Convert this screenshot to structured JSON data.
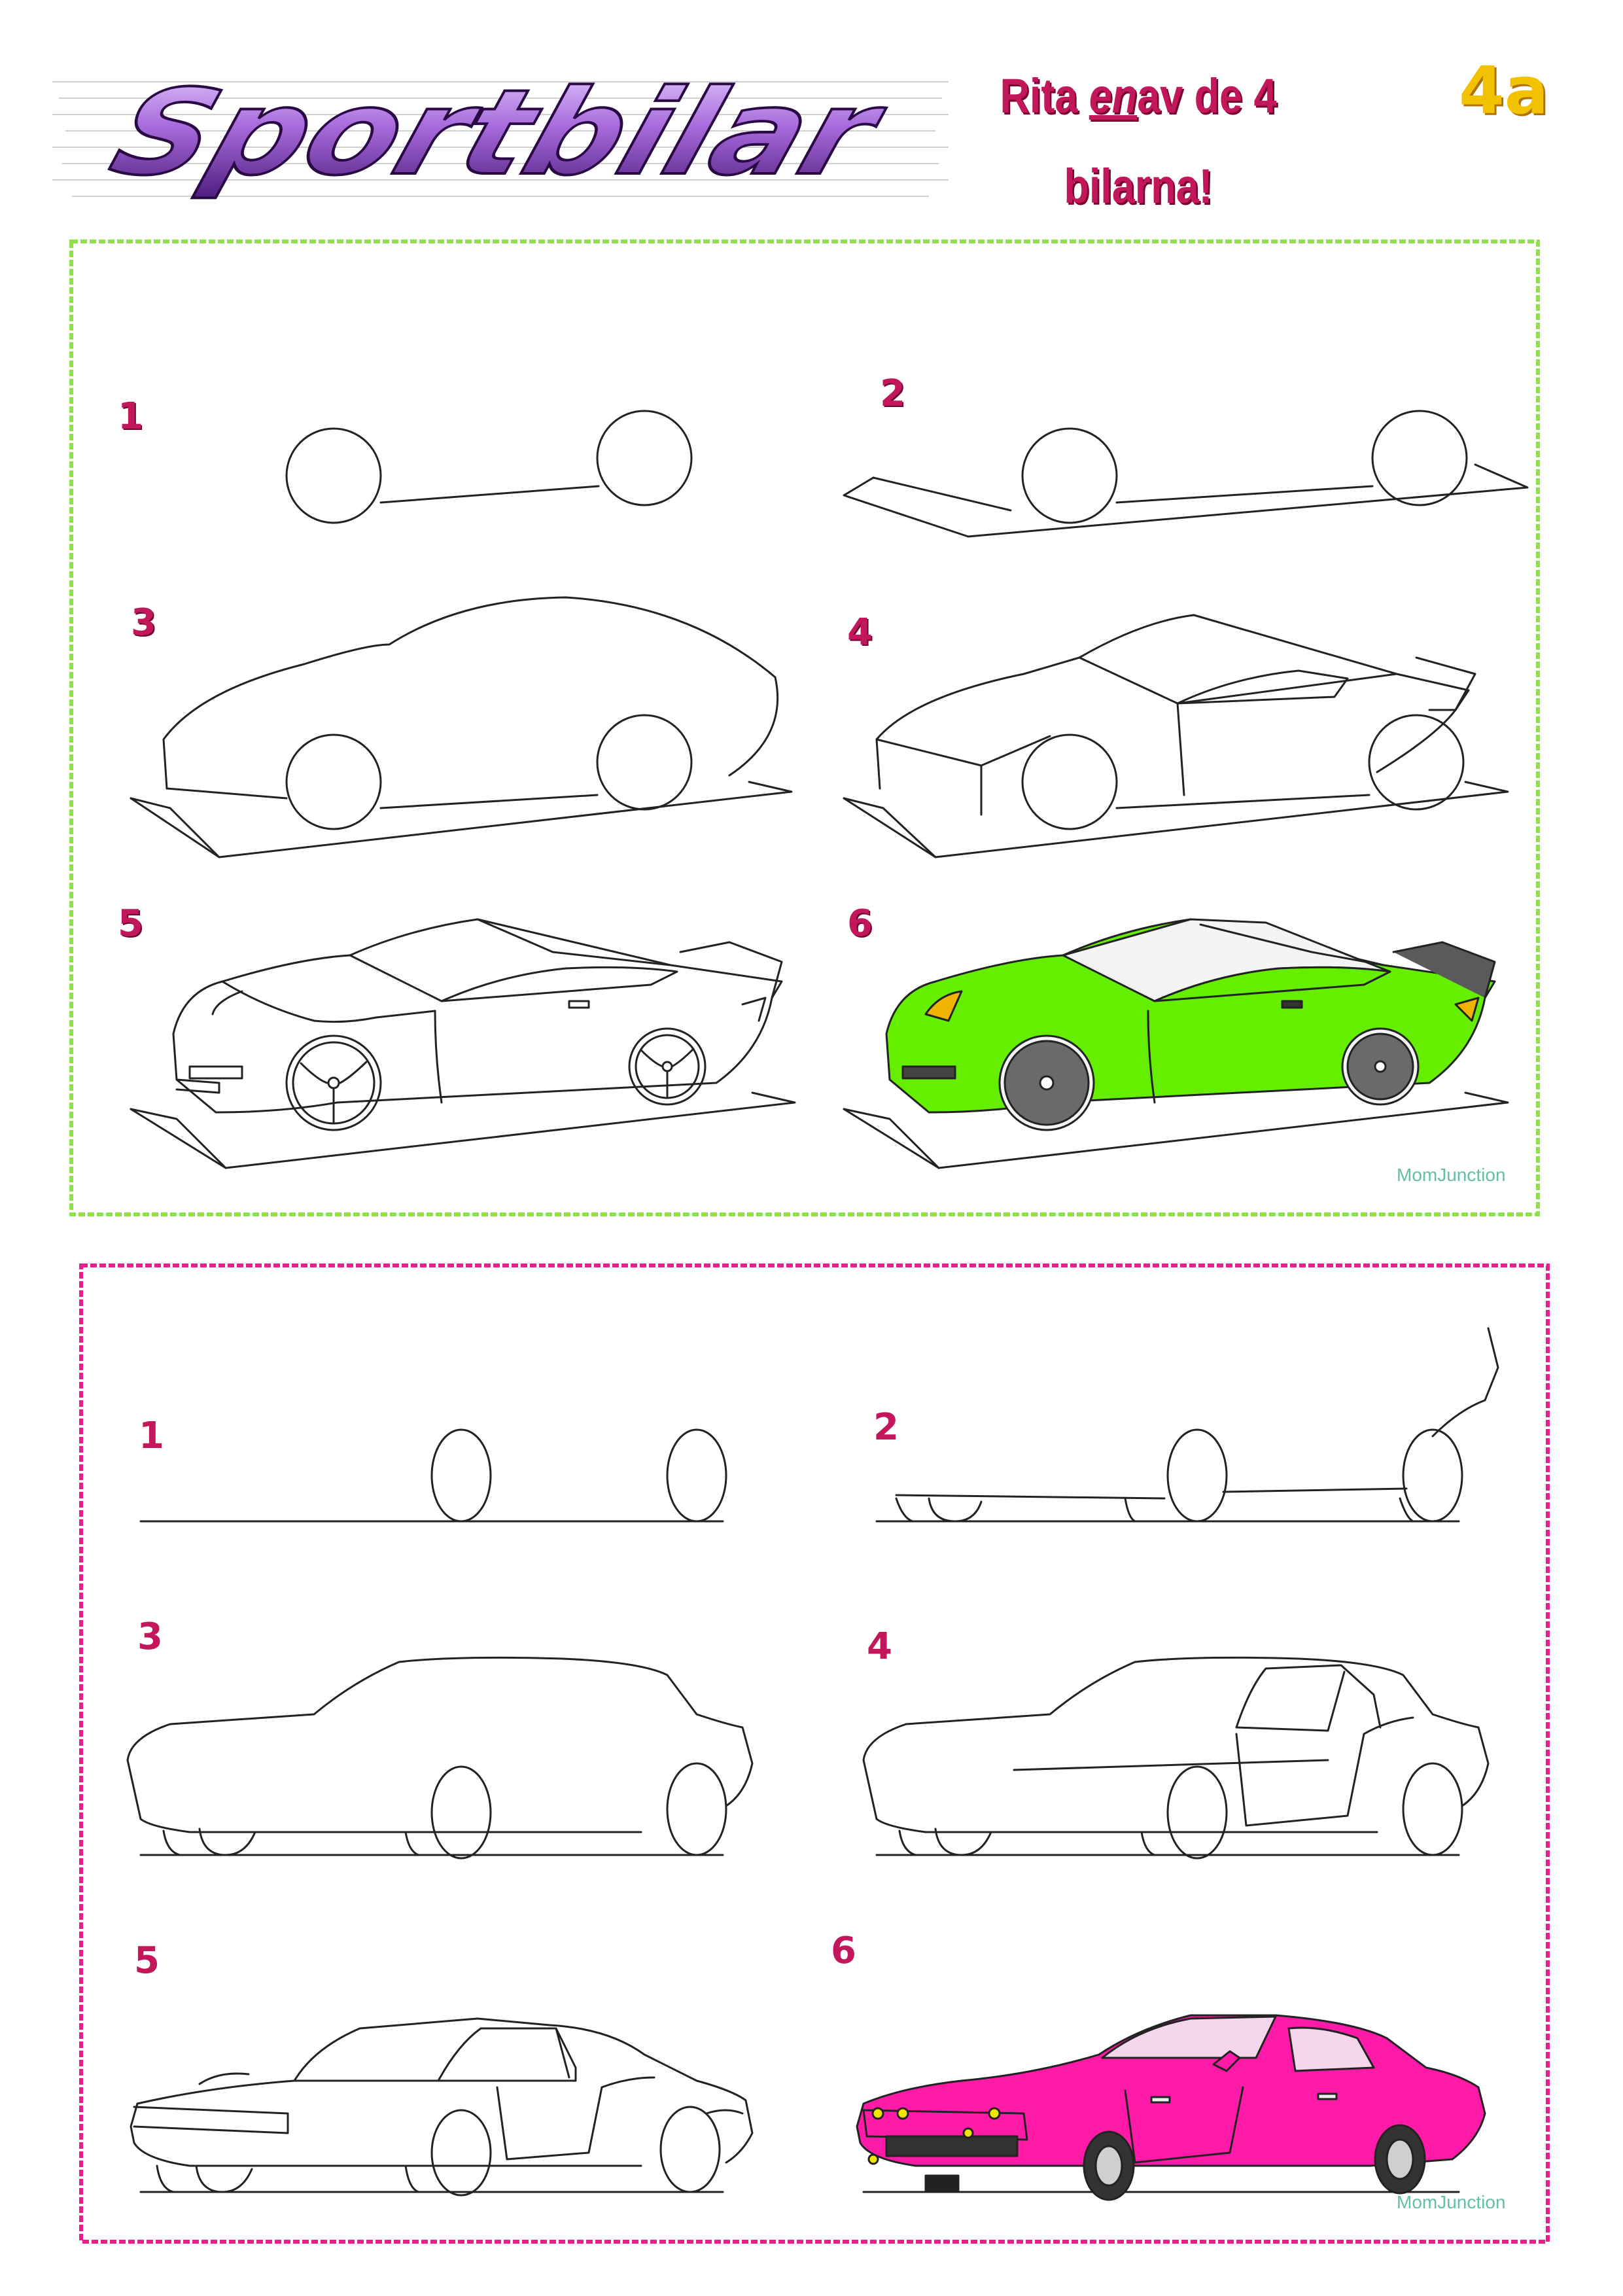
{
  "header": {
    "title": "Sportbilar",
    "instruction_part1": "Rita ",
    "instruction_em": "en",
    "instruction_part2": "av de 4",
    "instruction_line2": "bilarna!",
    "page_code": "4a"
  },
  "panels": [
    {
      "name": "sports-car",
      "border_color": "#7ed321",
      "fill_color": "#66ee00",
      "steps": [
        "1",
        "2",
        "3",
        "4",
        "5",
        "6"
      ],
      "credit": "MomJunction"
    },
    {
      "name": "muscle-car",
      "border_color": "#e91e8c",
      "fill_color": "#ff1aa8",
      "steps": [
        "1",
        "2",
        "3",
        "4",
        "5",
        "6"
      ],
      "credit": "MomJunction"
    }
  ],
  "colors": {
    "title_gradient_top": "#d7b6ff",
    "title_gradient_bottom": "#6a2a9a",
    "instruction": "#c2185b",
    "badge": "#f2c200"
  }
}
